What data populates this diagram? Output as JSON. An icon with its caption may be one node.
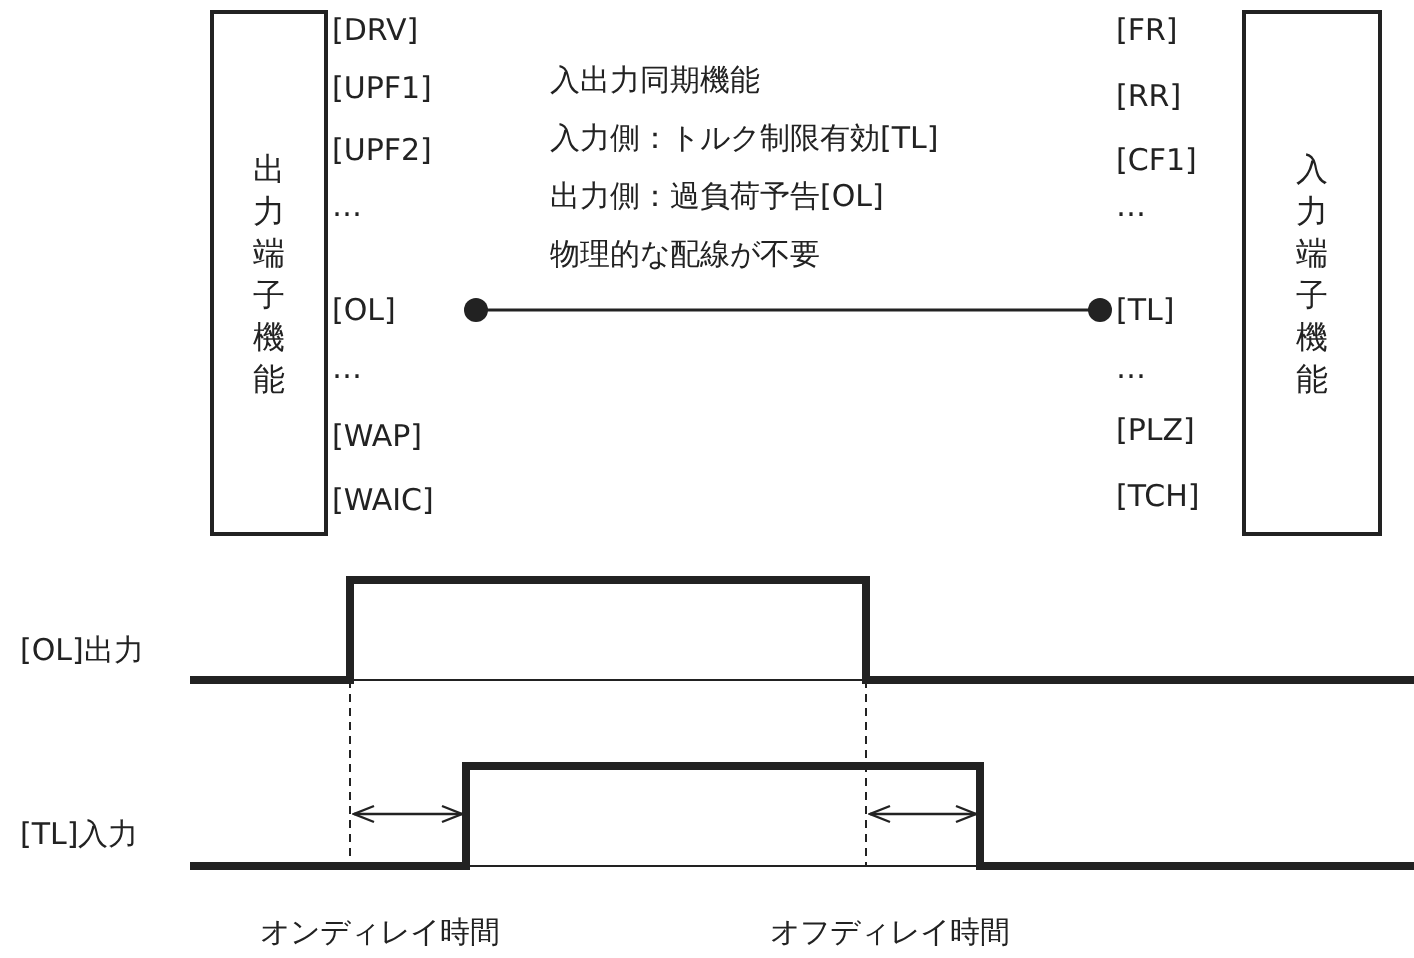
{
  "diagram": {
    "nodes": [
      {
        "text": [
          "出力端子機能"
        ]
      },
      {
        "text": [
          "入力端子機能"
        ]
      },
      {
        "text": [
          "[OL]"
        ]
      },
      {
        "text": [
          "[TL]"
        ]
      }
    ],
    "edges": [
      {
        "from": 2,
        "to": 3,
        "arrow": "other"
      }
    ],
    "labels": [
      "[DRV]",
      "[UPF1]",
      "[UPF2]",
      "…",
      "…",
      "[WAP]",
      "[WAIC]",
      "入出力同期機能",
      "入力側：トルク制限有効[TL]",
      "出力側：過負荷予告[OL]",
      "物理的な配線が不要",
      "[FR]",
      "[RR]",
      "[CF1]",
      "…",
      "…",
      "[PLZ]",
      "[TCH]",
      "[OL]出力",
      "[TL]入力",
      "オンディレイ時間",
      "オフディレイ時間"
    ]
  }
}
